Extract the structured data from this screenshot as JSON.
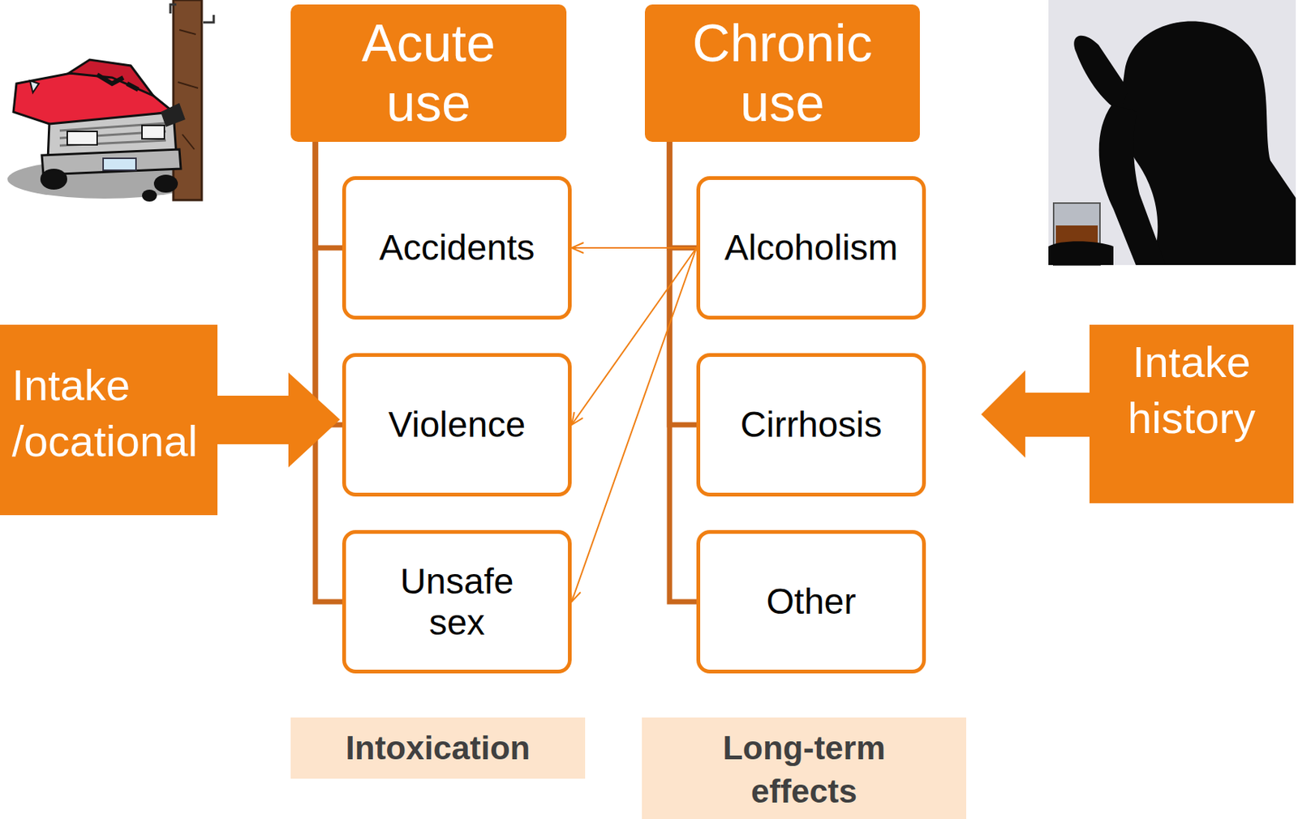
{
  "diagram": {
    "nodes": [
      {
        "text": [
          "Acute use"
        ]
      },
      {
        "text": [
          "Accidents"
        ]
      },
      {
        "text": [
          "Violence"
        ]
      },
      {
        "text": [
          "Unsafe sex"
        ]
      },
      {
        "text": [
          "Chronic use"
        ]
      },
      {
        "text": [
          "Alcoholism"
        ]
      },
      {
        "text": [
          "Cirrhosis"
        ]
      },
      {
        "text": [
          "Other"
        ]
      },
      {
        "text": [
          "Intake /ocational"
        ]
      },
      {
        "text": [
          "Intake history"
        ]
      },
      {
        "text": [
          "Intoxication"
        ]
      },
      {
        "text": [
          "Long-term effects"
        ]
      }
    ],
    "edges": [
      {
        "from": 0,
        "to": 1,
        "arrow": "none"
      },
      {
        "from": 0,
        "to": 2,
        "arrow": "none"
      },
      {
        "from": 0,
        "to": 3,
        "arrow": "none"
      },
      {
        "from": 4,
        "to": 5,
        "arrow": "none"
      },
      {
        "from": 4,
        "to": 6,
        "arrow": "none"
      },
      {
        "from": 4,
        "to": 7,
        "arrow": "none"
      },
      {
        "from": 5,
        "to": 1,
        "arrow": "to"
      },
      {
        "from": 5,
        "to": 2,
        "arrow": "to"
      },
      {
        "from": 5,
        "to": 3,
        "arrow": "to"
      }
    ]
  }
}
